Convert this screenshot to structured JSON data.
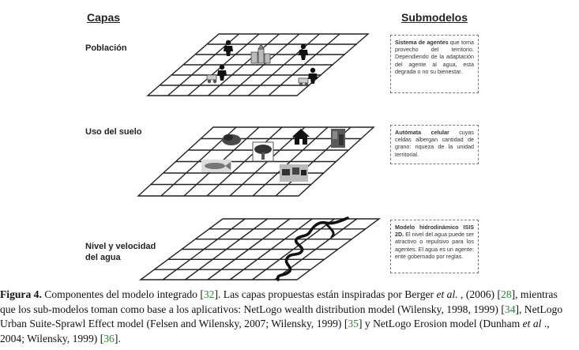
{
  "headers": {
    "left": "Capas",
    "right": "Submodelos"
  },
  "layers": [
    {
      "label": "Población",
      "box": {
        "bold": "Sistema de agentes",
        "text": " que toma provecho del territorio. Dependiendo de la adaptación del agente al agua, esta degrada o no su bienestar."
      }
    },
    {
      "label": "Uso del suelo",
      "box": {
        "bold": "Autómata celular",
        "text": " cuyas celdas albergan cantidad de grano: riqueza de la unidad territorial."
      }
    },
    {
      "label": "Nivel y velocidad del agua",
      "box": {
        "bold": "Modelo hidrodinámico ISIS 2D.",
        "text": " El nivel del agua puede ser atractivo o repulsivo para los agentes. El agua es un agente: ente gobernado por reglas."
      }
    }
  ],
  "caption": {
    "label": "Figura 4.",
    "p1": " Componentes del modelo integrado [",
    "r1": "32",
    "p2": "]. Las capas propuestas están inspiradas por Berger ",
    "etal1": "et al.",
    "p3": " , (2006) [",
    "r2": "28",
    "p4": "], mientras que los sub-modelos toman como base a los aplicativos: NetLogo wealth distribution model (Wilensky, 1998, 1999) [",
    "r3": "34",
    "p5": "], NetLogo Urban Suite-Sprawl Effect model (Felsen and Wilensky, 2007; Wilensky, 1999) [",
    "r4": "35",
    "p6": "] y NetLogo Erosion model (Dunham ",
    "etal2": "et al",
    "p7": " ., 2004; Wilensky, 1999) [",
    "r5": "36",
    "p8": "]."
  }
}
